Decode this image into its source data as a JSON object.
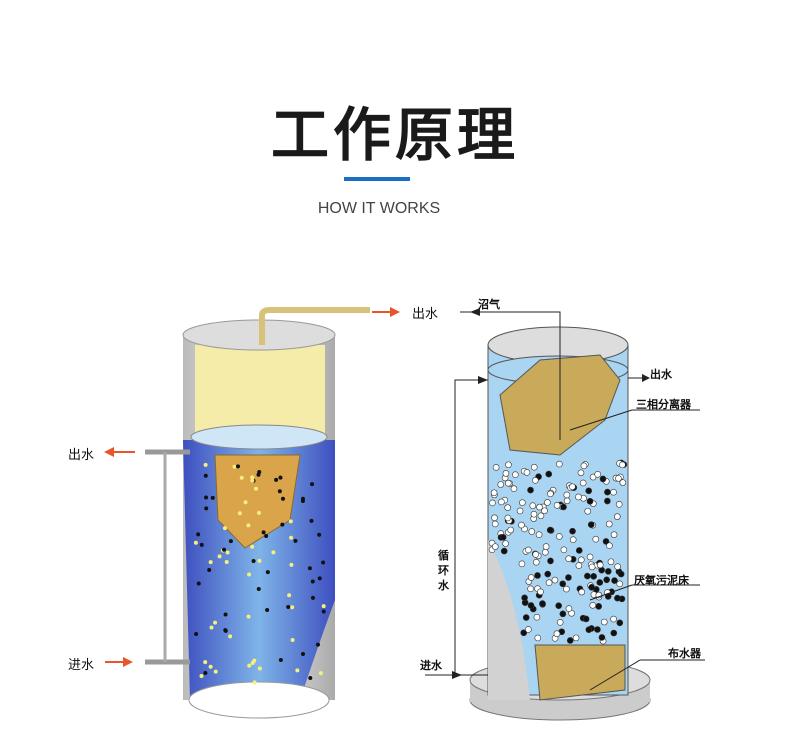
{
  "header": {
    "title": "工作原理",
    "subtitle": "HOW IT WORKS"
  },
  "left_diagram": {
    "outlet_top": "出水",
    "outlet_side": "出水",
    "inlet": "进水"
  },
  "right_diagram": {
    "biogas": "沼气",
    "outlet": "出水",
    "separator": "三相分离器",
    "recirculation": [
      "循",
      "环",
      "水"
    ],
    "sludge_bed": "厌氧污泥床",
    "distributor": "布水器",
    "inlet": "进水"
  },
  "colors": {
    "accent": "#1a6fc4",
    "arrow": "#e8552d",
    "plate": "#c9a95a",
    "water": "#a9d4f2"
  }
}
